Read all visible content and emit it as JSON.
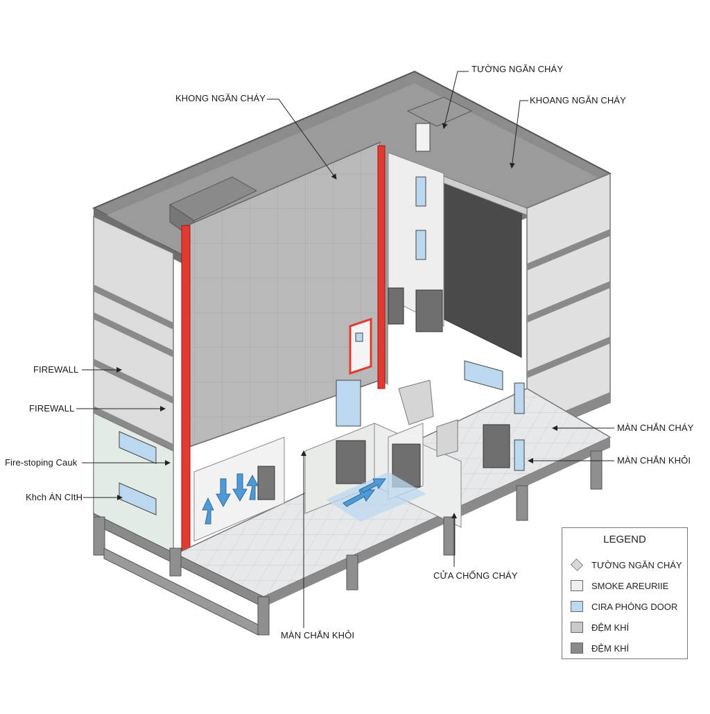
{
  "labels": {
    "khong_ngan_chay": "KHONG NGĂN CHÁY",
    "tuong_ngan_chay": "TƯỜNG NGĂN CHÁY",
    "khoang_ngan_chay": "KHOANG NGĂN CHÁY",
    "firewall_1": "FIREWALL",
    "firewall_2": "FIREWALL",
    "fire_stopping": "Fire-stoping Cauk",
    "khch_an": "Khch ÁN CItH",
    "man_chan_chay": "MÀN CHẮN CHÁY",
    "man_chan_khoi_right": "MÀN CHẮN KHỎI",
    "cua_chong_chay": "CỬA CHỐNG CHÁY",
    "man_chan_khoi_bottom": "MÀN CHẮN KHỎI"
  },
  "legend": {
    "title": "LEGEND",
    "items": [
      {
        "label": "TƯỜNG NGĂN CHÁY",
        "color": "#d8d8d8",
        "icon": "diamond-icon"
      },
      {
        "label": "SMOKE AREURIIE",
        "color": "#eeeeee",
        "icon": "smoke-area-icon"
      },
      {
        "label": "CIRA PHÓNG DOOR",
        "color": "#bcd8ef",
        "icon": "door-icon"
      },
      {
        "label": "ĐỆM KHÍ",
        "color": "#c9c9c9",
        "icon": "air-buffer-icon"
      },
      {
        "label": "ĐỆM KHÍ",
        "color": "#8a8a8a",
        "icon": "air-buffer-dark-icon"
      }
    ]
  },
  "colors": {
    "fire_red": "#e23a31",
    "glass_blue": "#bfdcf2",
    "dark_panel": "#4a4a4a",
    "steel": "#8f8f8f"
  }
}
